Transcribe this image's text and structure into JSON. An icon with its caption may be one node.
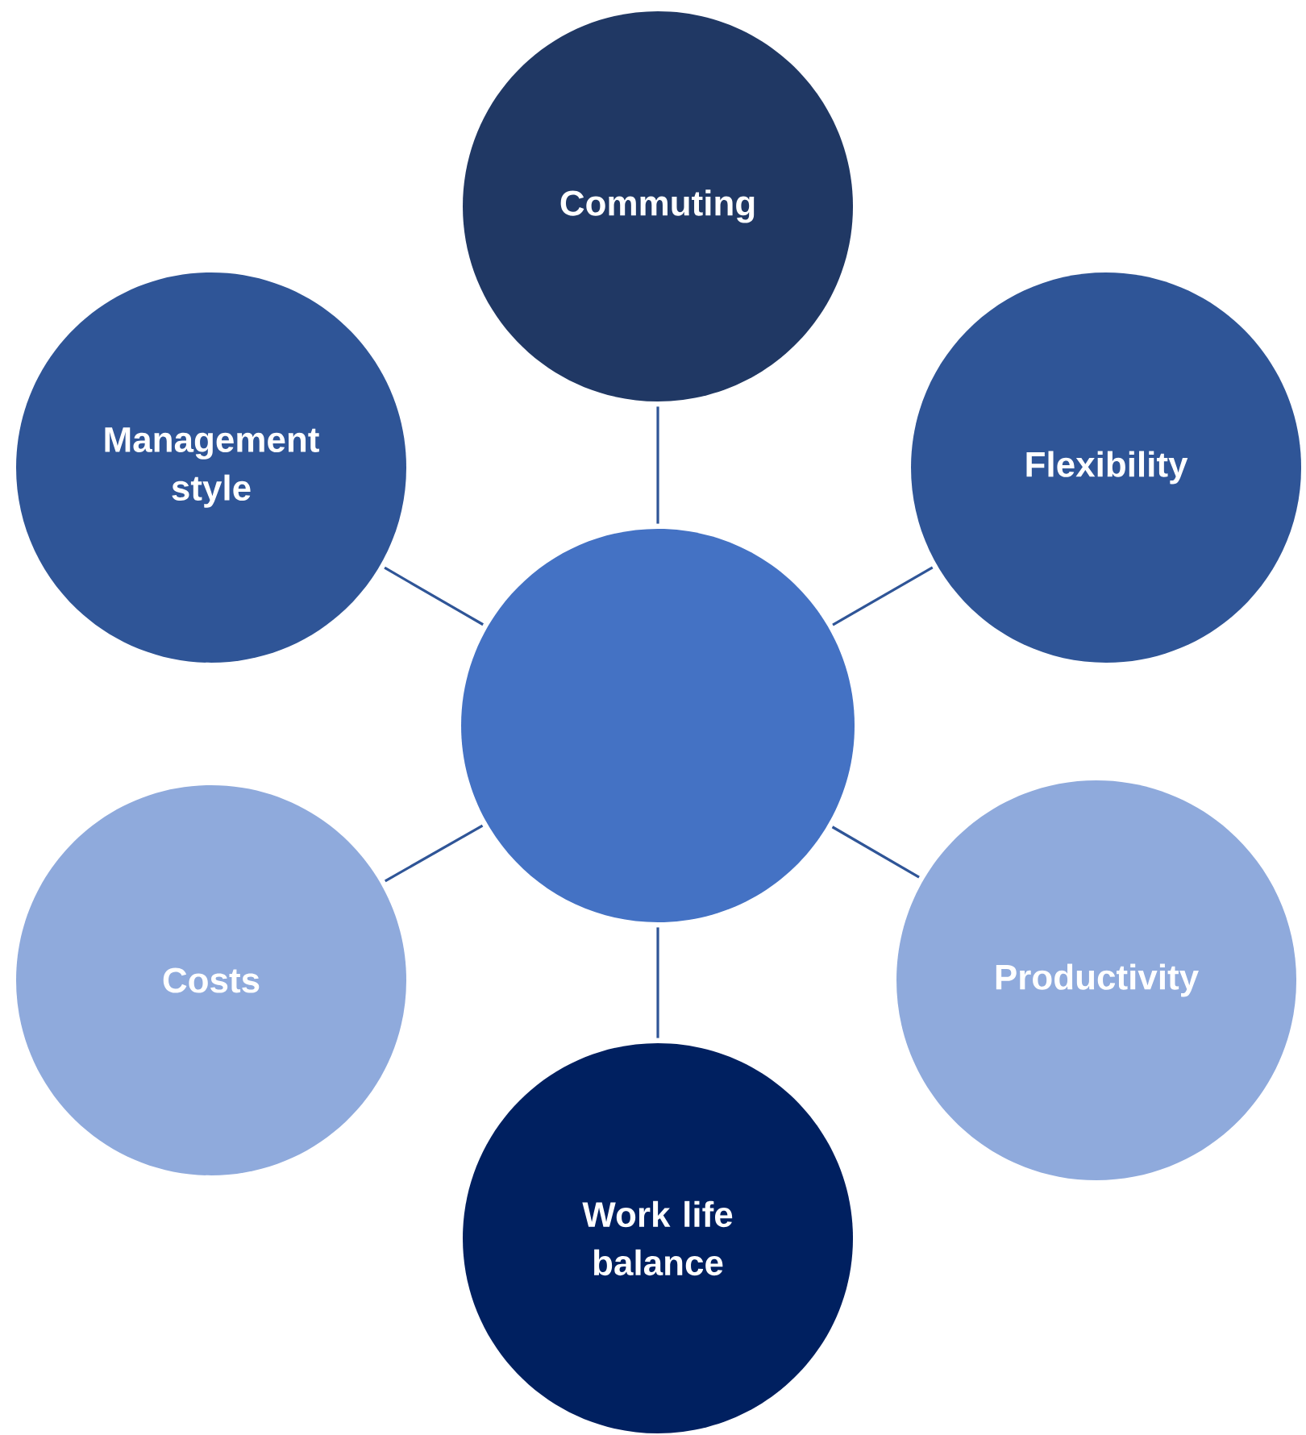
{
  "diagram": {
    "nodes": [
      {
        "text": [
          "Commuting"
        ]
      },
      {
        "text": [
          "Management style"
        ]
      },
      {
        "text": [
          "Flexibility"
        ]
      },
      {
        "text": [],
        "shape": "circle"
      },
      {
        "text": [
          "Costs"
        ]
      },
      {
        "text": [
          "Productivity"
        ]
      },
      {
        "text": [
          "Work life balance"
        ]
      }
    ],
    "edges": [
      {
        "from": 3,
        "to": 0,
        "arrow": "none"
      },
      {
        "from": 3,
        "to": 1,
        "arrow": "none"
      },
      {
        "from": 3,
        "to": 2,
        "arrow": "none"
      },
      {
        "from": 3,
        "to": 4,
        "arrow": "none"
      },
      {
        "from": 3,
        "to": 5,
        "arrow": "none"
      },
      {
        "from": 3,
        "to": 6,
        "arrow": "none"
      }
    ]
  }
}
